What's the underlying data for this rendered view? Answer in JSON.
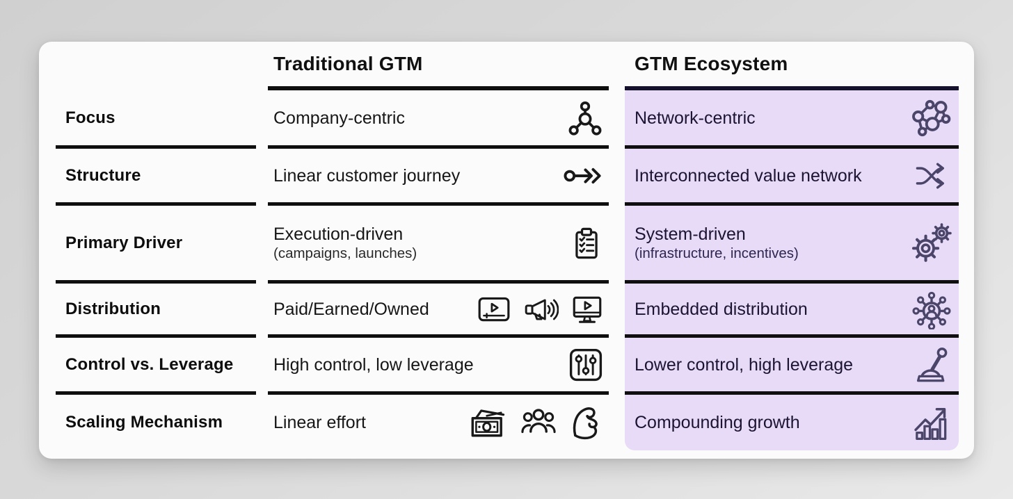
{
  "header": {
    "traditional": "Traditional GTM",
    "ecosystem": "GTM Ecosystem"
  },
  "rows": [
    {
      "label": "Focus",
      "traditional": {
        "text": "Company-centric",
        "icons": [
          "hub-network-icon"
        ]
      },
      "ecosystem": {
        "text": "Network-centric",
        "icons": [
          "mesh-network-icon"
        ]
      }
    },
    {
      "label": "Structure",
      "traditional": {
        "text": "Linear customer journey",
        "icons": [
          "linear-arrow-icon"
        ]
      },
      "ecosystem": {
        "text": "Interconnected value network",
        "icons": [
          "shuffle-icon"
        ]
      }
    },
    {
      "label": "Primary Driver",
      "traditional": {
        "text": "Execution-driven",
        "subtext": "(campaigns, launches)",
        "icons": [
          "clipboard-checklist-icon"
        ]
      },
      "ecosystem": {
        "text": "System-driven",
        "subtext": "(infrastructure, incentives)",
        "icons": [
          "gears-icon"
        ]
      }
    },
    {
      "label": "Distribution",
      "traditional": {
        "text": "Paid/Earned/Owned",
        "icons": [
          "video-ad-icon",
          "megaphone-icon",
          "monitor-play-icon"
        ]
      },
      "ecosystem": {
        "text": "Embedded distribution",
        "icons": [
          "affiliate-network-icon"
        ]
      }
    },
    {
      "label": "Control vs. Leverage",
      "traditional": {
        "text": "High control, low leverage",
        "icons": [
          "sliders-icon"
        ]
      },
      "ecosystem": {
        "text": "Lower control, high leverage",
        "icons": [
          "lever-icon"
        ]
      }
    },
    {
      "label": "Scaling Mechanism",
      "traditional": {
        "text": "Linear effort",
        "icons": [
          "cash-icon",
          "people-icon",
          "muscle-icon"
        ]
      },
      "ecosystem": {
        "text": "Compounding growth",
        "icons": [
          "growth-chart-icon"
        ]
      }
    }
  ],
  "colors": {
    "background_gradient_start": "#d0d0d0",
    "background_gradient_end": "#e9e9e9",
    "card_bg": "#fbfbfb",
    "ecosystem_panel_bg": "#e7dbf7",
    "ecosystem_text": "#1c1433",
    "ecosystem_icon": "#4b4569",
    "traditional_text": "#161616",
    "divider": "#0f0f0f"
  }
}
